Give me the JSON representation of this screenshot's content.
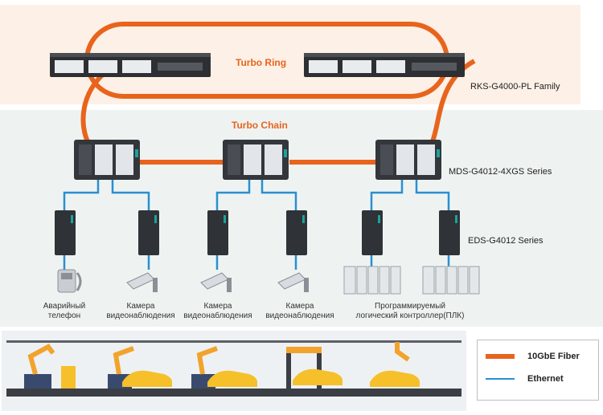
{
  "rings": {
    "turbo_ring": "Turbo Ring",
    "turbo_chain": "Turbo Chain"
  },
  "families": {
    "rks": "RKS-G4000-PL Family",
    "mds": "MDS-G4012-4XGS Series",
    "eds": "EDS-G4012 Series"
  },
  "devices": [
    {
      "line1": "Аварийный",
      "line2": "телефон"
    },
    {
      "line1": "Камера",
      "line2": "видеонаблюдения"
    },
    {
      "line1": "Камера",
      "line2": "видеонаблюдения"
    },
    {
      "line1": "Камера",
      "line2": "видеонаблюдения"
    },
    {
      "line1": "Программируемый",
      "line2": "логический контроллер(ПЛК)"
    }
  ],
  "legend": {
    "fiber": "10GbE Fiber",
    "ethernet": "Ethernet"
  },
  "colors": {
    "fiber": "#e8641c",
    "ethernet": "#2a8fd0",
    "core_band": "#fdf0e6",
    "aggregation_band": "#eef3f2"
  }
}
